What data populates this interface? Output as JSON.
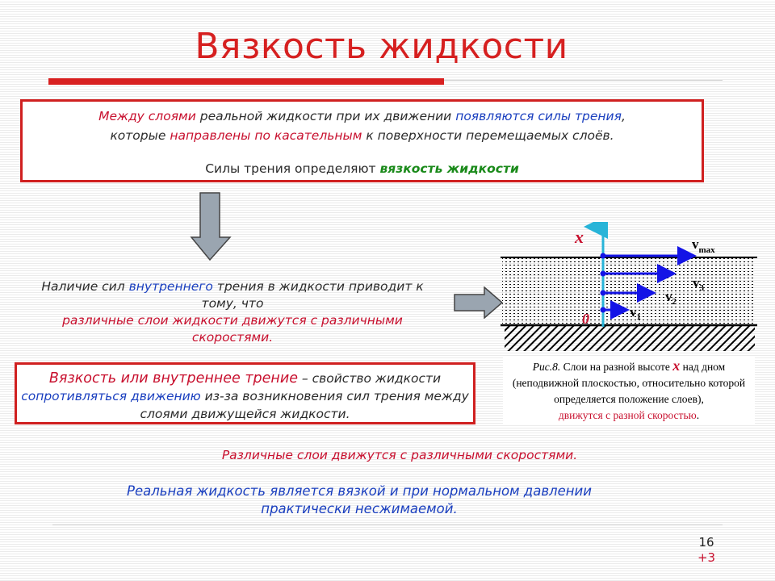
{
  "title": "Вязкость жидкости",
  "box1": {
    "line1_a": "Между слоями",
    "line1_b": " реальной жидкости при их движении ",
    "line1_c": "появляются силы трения",
    "line1_d": ",",
    "line2_a": "которые ",
    "line2_b": "направлены по касательным",
    "line2_c": " к поверхности перемещаемых слоёв.",
    "line3_a": "Силы трения определяют ",
    "line3_b": "вязкость жидкости"
  },
  "mid": {
    "a": "Наличие сил ",
    "b": "внутреннего",
    "c": " трения в жидкости приводит к тому, что",
    "d": "различные слои жидкости движутся с различными скоростями."
  },
  "box2": {
    "a": "Вязкость или внутреннее трение",
    "b": " – свойство жидкости ",
    "c": "сопротивляться движению",
    "d": " из-за возникновения сил трения между слоями движущейся жидкости."
  },
  "diagram": {
    "axis_x": "x",
    "origin": "0",
    "vmax": "v",
    "vmax_sub": "max",
    "v3": "v",
    "v3_sub": "3",
    "v2": "v",
    "v2_sub": "2",
    "v1": "v",
    "v1_sub": "1"
  },
  "caption": {
    "fig": "Рис.8.",
    "a": " Слои на разной высоте ",
    "x": "x",
    "b": " над дном (неподвижной плоскостью, относительно которой определяется положение слоев),",
    "c": "движутся с разной скоростью",
    "d": "."
  },
  "bottom": {
    "line1": "Различные слои движутся с различными скоростями.",
    "line2": "Реальная жидкость является вязкой и при нормальном давлении практически несжимаемой."
  },
  "page": {
    "number": "16",
    "plus": "+3"
  },
  "colors": {
    "accent_red": "#d62020",
    "blue": "#1a3fbf",
    "green": "#1a8a1a",
    "arrow_gray": "#9aa5b0",
    "axis_cyan": "#28b4d8",
    "vector_blue": "#1414e6"
  }
}
